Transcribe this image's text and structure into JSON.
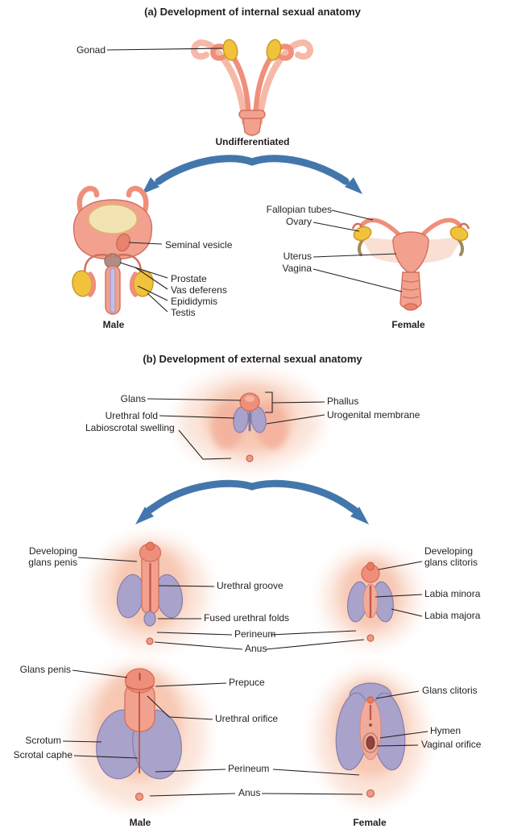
{
  "figure": {
    "part_a": {
      "title": "(a) Development of internal sexual anatomy",
      "gonad": "Gonad",
      "undifferentiated": "Undifferentiated",
      "male": {
        "caption": "Male",
        "seminal_vesicle": "Seminal vesicle",
        "prostate": "Prostate",
        "vas_deferens": "Vas deferens",
        "epididymis": "Epididymis",
        "testis": "Testis"
      },
      "female": {
        "caption": "Female",
        "fallopian_tubes": "Fallopian tubes",
        "ovary": "Ovary",
        "uterus": "Uterus",
        "vagina": "Vagina"
      }
    },
    "part_b": {
      "title": "(b) Development of external sexual anatomy",
      "undifferentiated": {
        "glans": "Glans",
        "urethral_fold": "Urethral fold",
        "labioscrotal_swelling": "Labioscrotal swelling",
        "phallus": "Phallus",
        "urogenital_membrane": "Urogenital membrane"
      },
      "developing": {
        "developing_glans_penis": "Developing glans penis",
        "urethral_groove": "Urethral groove",
        "fused_urethral_folds": "Fused urethral folds",
        "perineum": "Perineum",
        "anus": "Anus",
        "developing_glans_clitoris": "Developing glans clitoris",
        "labia_minora": "Labia minora",
        "labia_majora": "Labia majora"
      },
      "adult": {
        "glans_penis": "Glans penis",
        "scrotum": "Scrotum",
        "scrotal_raphe": "Scrotal caphe",
        "prepuce": "Prepuce",
        "urethral_orifice": "Urethral orifice",
        "perineum": "Perineum",
        "anus": "Anus",
        "glans_clitoris": "Glans clitoris",
        "hymen": "Hymen",
        "vaginal_orifice": "Vaginal orifice",
        "male_caption": "Male",
        "female_caption": "Female"
      }
    }
  },
  "colors": {
    "ink": "#231f20",
    "skin": "#f2a18f",
    "skin_outline": "#d2705b",
    "skin_pale": "#f7c9b8",
    "glow": "#fbe3d8",
    "gonad_yellow": "#f1c23c",
    "gonad_outline": "#c9971f",
    "lavender": "#a9a2ca",
    "lavender_outline": "#867eb0",
    "arrow_blue": "#4377ac",
    "bladder_cream": "#f4e3b2",
    "orifice_red": "#8e443c",
    "background": "#ffffff"
  }
}
